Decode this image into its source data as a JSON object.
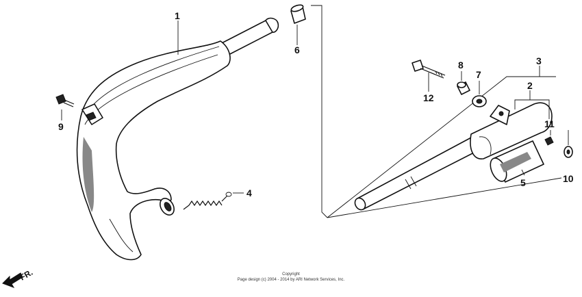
{
  "labels": {
    "p1": "1",
    "p2": "2",
    "p3": "3",
    "p4": "4",
    "p5": "5",
    "p6": "6",
    "p7": "7",
    "p8": "8",
    "p9": "9",
    "p10": "10",
    "p11": "11",
    "p12": "12"
  },
  "direction_label": "FR.",
  "copyright": {
    "line1": "Copyright",
    "line2": "Page design (c) 2004 - 2014 by ARI Network Services, Inc."
  }
}
